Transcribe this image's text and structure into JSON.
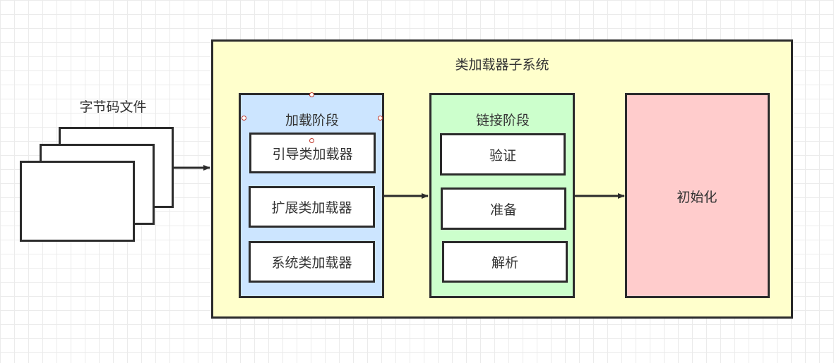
{
  "bytecode": {
    "label": "字节码文件"
  },
  "subsystem": {
    "title": "类加载器子系统",
    "loading": {
      "title": "加载阶段",
      "items": [
        "引导类加载器",
        "扩展类加载器",
        "系统类加载器"
      ]
    },
    "linking": {
      "title": "链接阶段",
      "items": [
        "验证",
        "准备",
        "解析"
      ]
    },
    "init": {
      "title": "初始化"
    }
  },
  "colors": {
    "subsystem_bg": "#ffffcc",
    "loading_bg": "#cce5ff",
    "linking_bg": "#ccffcc",
    "init_bg": "#ffcccc",
    "stroke": "#2b2b2b"
  }
}
